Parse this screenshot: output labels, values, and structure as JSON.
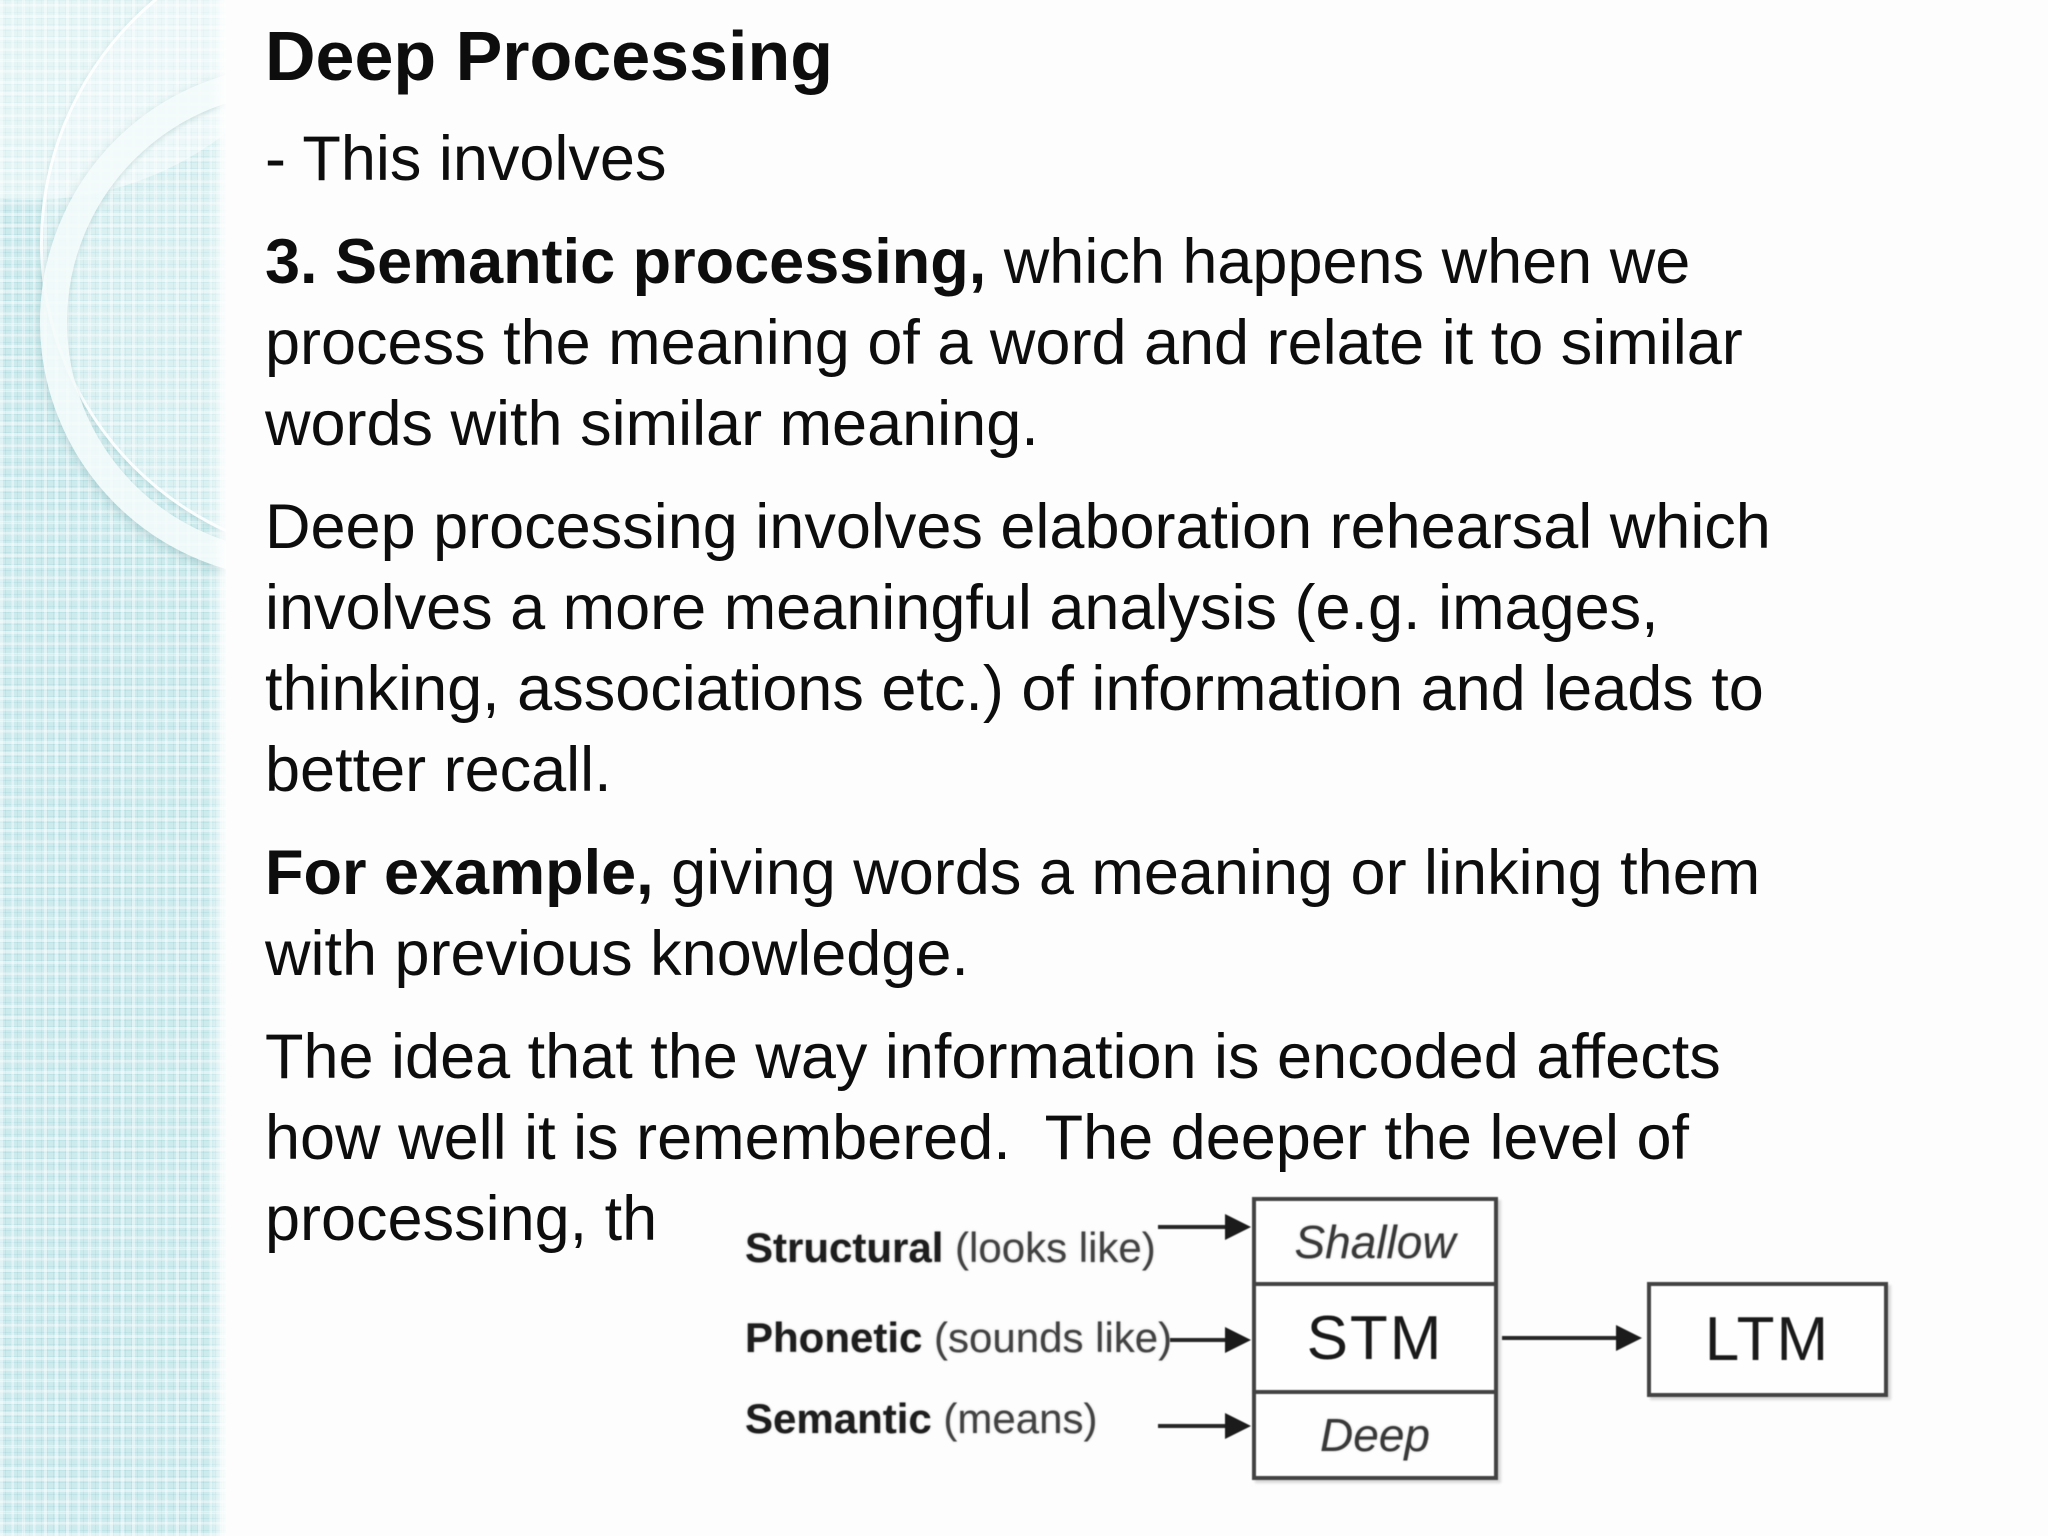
{
  "slide": {
    "colors": {
      "sidebar_teal": "#cdebed",
      "body_text": "#0d0d0d",
      "diagram_ink": "#2e2e2e",
      "background": "#fdfdfd"
    },
    "paragraphs": [
      {
        "lines": [
          {
            "b": "Deep Processing",
            "r": ""
          }
        ]
      },
      {
        "lines": [
          {
            "b": "",
            "r": "- This involves"
          }
        ]
      },
      {
        "lines": [
          {
            "b": "3. Semantic processing,",
            "r": " which happens when we"
          },
          {
            "b": "",
            "r": "process the meaning of a word and relate it to similar"
          },
          {
            "b": "",
            "r": "words with similar meaning."
          }
        ]
      },
      {
        "lines": [
          {
            "b": "",
            "r": "Deep processing involves elaboration rehearsal which"
          },
          {
            "b": "",
            "r": "involves a more meaningful analysis (e.g. images,"
          },
          {
            "b": "",
            "r": "thinking, associations etc.) of information and leads to"
          },
          {
            "b": "",
            "r": "better recall."
          }
        ]
      },
      {
        "lines": [
          {
            "b": "For example,",
            "r": " giving words a meaning or linking them"
          },
          {
            "b": "",
            "r": "with previous knowledge."
          }
        ]
      },
      {
        "lines": [
          {
            "b": "",
            "r": "The idea that the way information is encoded affects"
          },
          {
            "b": "",
            "r": "how well it is remembered.  The deeper the level of"
          },
          {
            "b": "",
            "r": "processing, th"
          }
        ]
      }
    ]
  },
  "diagram": {
    "rows": [
      {
        "term": "Structural",
        "paren": " (looks like)"
      },
      {
        "term": "Phonetic",
        "paren": " (sounds like)"
      },
      {
        "term": "Semantic",
        "paren": " (means)"
      }
    ],
    "sections": {
      "top": "Shallow",
      "middle": "STM",
      "bottom": "Deep"
    },
    "ltm": "LTM"
  }
}
